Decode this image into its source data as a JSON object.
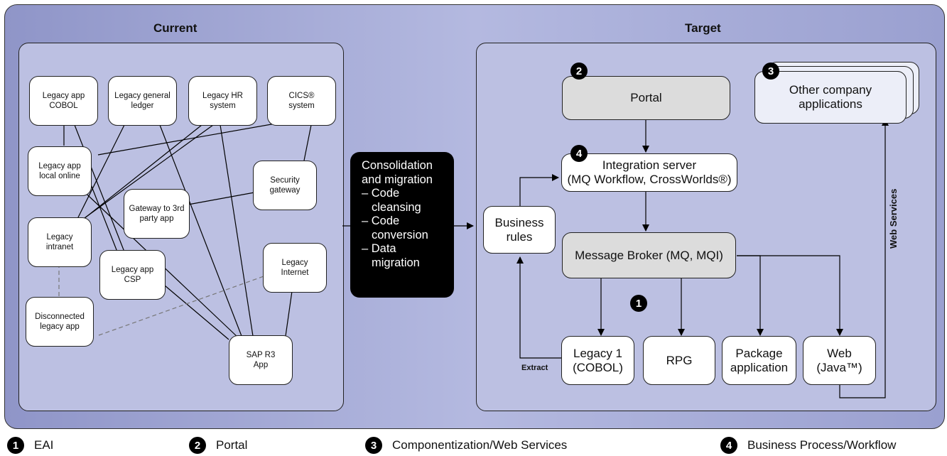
{
  "sections": {
    "current": "Current",
    "target": "Target"
  },
  "current_nodes": {
    "legacy_app_cobol": "Legacy app\nCOBOL",
    "legacy_general_ledger": "Legacy general\nledger",
    "legacy_hr_system": "Legacy HR\nsystem",
    "cics_system": "CICS®\nsystem",
    "legacy_app_local_online": "Legacy app\nlocal online",
    "security_gateway": "Security\ngateway",
    "gateway_3rd_party": "Gateway to 3rd\nparty app",
    "legacy_intranet": "Legacy\nintranet",
    "legacy_app_csp": "Legacy app\nCSP",
    "legacy_internet": "Legacy\nInternet",
    "disconnected_legacy_app": "Disconnected\nlegacy app",
    "sap_r3_app": "SAP R3\nApp"
  },
  "migration": {
    "title": "Consolidation\nand migration",
    "items": [
      "– Code\ncleansing",
      "– Code\nconversion",
      "– Data\nmigration"
    ]
  },
  "target_nodes": {
    "portal": "Portal",
    "other_company_applications": "Other company\napplications",
    "integration_server": "Integration server\n(MQ Workflow, CrossWorlds®)",
    "business_rules": "Business\nrules",
    "message_broker": "Message Broker (MQ, MQI)",
    "legacy1_cobol": "Legacy 1\n(COBOL)",
    "rpg": "RPG",
    "package_application": "Package\napplication",
    "web_java": "Web\n(Java™)"
  },
  "labels": {
    "extract": "Extract",
    "web_services": "Web Services"
  },
  "badges": {
    "eai": "1",
    "portal": "2",
    "componentization": "3",
    "workflow": "4"
  },
  "legend": [
    {
      "num": "1",
      "label": "EAI"
    },
    {
      "num": "2",
      "label": "Portal"
    },
    {
      "num": "3",
      "label": "Componentization/Web Services"
    },
    {
      "num": "4",
      "label": "Business Process/Workflow"
    }
  ]
}
